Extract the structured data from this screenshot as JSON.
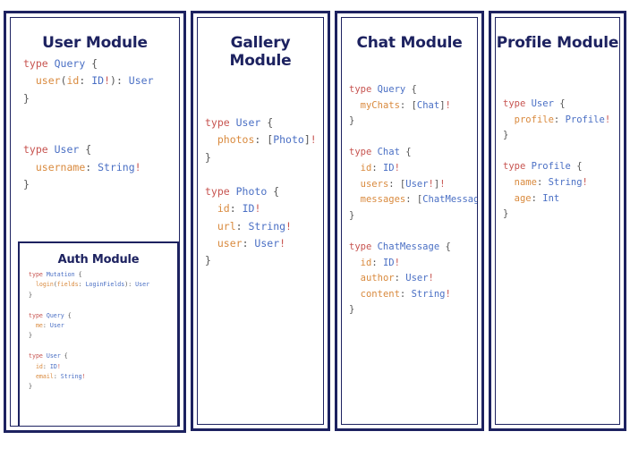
{
  "diagram": {
    "title_style": "graphql-module-schema-boards",
    "colors": {
      "border": "#1d2260",
      "heading": "#1d2260",
      "keyword": "#c75450",
      "type": "#4a6fc4",
      "field": "#d98a3e",
      "punctuation": "#555555",
      "background": "#ffffff"
    }
  },
  "panels": [
    {
      "id": "user",
      "title": "User Module",
      "code_lines": [
        [
          {
            "t": "type ",
            "c": "k"
          },
          {
            "t": "Query",
            "c": "t"
          },
          {
            "t": " {",
            "c": "p"
          }
        ],
        [
          {
            "t": "  ",
            "c": "p"
          },
          {
            "t": "user",
            "c": "f"
          },
          {
            "t": "(",
            "c": "p"
          },
          {
            "t": "id",
            "c": "f"
          },
          {
            "t": ": ",
            "c": "p"
          },
          {
            "t": "ID",
            "c": "t"
          },
          {
            "t": "!",
            "c": "b"
          },
          {
            "t": "): ",
            "c": "p"
          },
          {
            "t": "User",
            "c": "t"
          }
        ],
        [
          {
            "t": "}",
            "c": "p"
          }
        ],
        [
          {
            "t": "",
            "c": "p"
          }
        ],
        [
          {
            "t": "",
            "c": "p"
          }
        ],
        [
          {
            "t": "type ",
            "c": "k"
          },
          {
            "t": "User",
            "c": "t"
          },
          {
            "t": " {",
            "c": "p"
          }
        ],
        [
          {
            "t": "  ",
            "c": "p"
          },
          {
            "t": "username",
            "c": "f"
          },
          {
            "t": ": ",
            "c": "p"
          },
          {
            "t": "String",
            "c": "t"
          },
          {
            "t": "!",
            "c": "b"
          }
        ],
        [
          {
            "t": "}",
            "c": "p"
          }
        ]
      ],
      "nested": {
        "id": "auth",
        "title": "Auth Module",
        "code_lines": [
          [
            {
              "t": "type ",
              "c": "k"
            },
            {
              "t": "Mutation",
              "c": "t"
            },
            {
              "t": " {",
              "c": "p"
            }
          ],
          [
            {
              "t": "  ",
              "c": "p"
            },
            {
              "t": "login",
              "c": "f"
            },
            {
              "t": "(",
              "c": "p"
            },
            {
              "t": "fields",
              "c": "f"
            },
            {
              "t": ": ",
              "c": "p"
            },
            {
              "t": "LoginFields",
              "c": "t"
            },
            {
              "t": "): ",
              "c": "p"
            },
            {
              "t": "User",
              "c": "t"
            }
          ],
          [
            {
              "t": "}",
              "c": "p"
            }
          ],
          [
            {
              "t": "",
              "c": "p"
            }
          ],
          [
            {
              "t": "type ",
              "c": "k"
            },
            {
              "t": "Query",
              "c": "t"
            },
            {
              "t": " {",
              "c": "p"
            }
          ],
          [
            {
              "t": "  ",
              "c": "p"
            },
            {
              "t": "me",
              "c": "f"
            },
            {
              "t": ": ",
              "c": "p"
            },
            {
              "t": "User",
              "c": "t"
            }
          ],
          [
            {
              "t": "}",
              "c": "p"
            }
          ],
          [
            {
              "t": "",
              "c": "p"
            }
          ],
          [
            {
              "t": "type ",
              "c": "k"
            },
            {
              "t": "User",
              "c": "t"
            },
            {
              "t": " {",
              "c": "p"
            }
          ],
          [
            {
              "t": "  ",
              "c": "p"
            },
            {
              "t": "id",
              "c": "f"
            },
            {
              "t": ": ",
              "c": "p"
            },
            {
              "t": "ID",
              "c": "t"
            },
            {
              "t": "!",
              "c": "b"
            }
          ],
          [
            {
              "t": "  ",
              "c": "p"
            },
            {
              "t": "email",
              "c": "f"
            },
            {
              "t": ": ",
              "c": "p"
            },
            {
              "t": "String",
              "c": "t"
            },
            {
              "t": "!",
              "c": "b"
            }
          ],
          [
            {
              "t": "}",
              "c": "p"
            }
          ]
        ]
      }
    },
    {
      "id": "gallery",
      "title": "Gallery Module",
      "code_lines": [
        [
          {
            "t": "type ",
            "c": "k"
          },
          {
            "t": "User",
            "c": "t"
          },
          {
            "t": " {",
            "c": "p"
          }
        ],
        [
          {
            "t": "  ",
            "c": "p"
          },
          {
            "t": "photos",
            "c": "f"
          },
          {
            "t": ": ",
            "c": "p"
          },
          {
            "t": "[",
            "c": "p"
          },
          {
            "t": "Photo",
            "c": "t"
          },
          {
            "t": "]",
            "c": "p"
          },
          {
            "t": "!",
            "c": "b"
          }
        ],
        [
          {
            "t": "}",
            "c": "p"
          }
        ],
        [
          {
            "t": "",
            "c": "p"
          }
        ],
        [
          {
            "t": "type ",
            "c": "k"
          },
          {
            "t": "Photo",
            "c": "t"
          },
          {
            "t": " {",
            "c": "p"
          }
        ],
        [
          {
            "t": "  ",
            "c": "p"
          },
          {
            "t": "id",
            "c": "f"
          },
          {
            "t": ": ",
            "c": "p"
          },
          {
            "t": "ID",
            "c": "t"
          },
          {
            "t": "!",
            "c": "b"
          }
        ],
        [
          {
            "t": "  ",
            "c": "p"
          },
          {
            "t": "url",
            "c": "f"
          },
          {
            "t": ": ",
            "c": "p"
          },
          {
            "t": "String",
            "c": "t"
          },
          {
            "t": "!",
            "c": "b"
          }
        ],
        [
          {
            "t": "  ",
            "c": "p"
          },
          {
            "t": "user",
            "c": "f"
          },
          {
            "t": ": ",
            "c": "p"
          },
          {
            "t": "User",
            "c": "t"
          },
          {
            "t": "!",
            "c": "b"
          }
        ],
        [
          {
            "t": "}",
            "c": "p"
          }
        ]
      ]
    },
    {
      "id": "chat",
      "title": "Chat Module",
      "code_lines": [
        [
          {
            "t": "type ",
            "c": "k"
          },
          {
            "t": "Query",
            "c": "t"
          },
          {
            "t": " {",
            "c": "p"
          }
        ],
        [
          {
            "t": "  ",
            "c": "p"
          },
          {
            "t": "myChats",
            "c": "f"
          },
          {
            "t": ": ",
            "c": "p"
          },
          {
            "t": "[",
            "c": "p"
          },
          {
            "t": "Chat",
            "c": "t"
          },
          {
            "t": "]",
            "c": "p"
          },
          {
            "t": "!",
            "c": "b"
          }
        ],
        [
          {
            "t": "}",
            "c": "p"
          }
        ],
        [
          {
            "t": "",
            "c": "p"
          }
        ],
        [
          {
            "t": "type ",
            "c": "k"
          },
          {
            "t": "Chat",
            "c": "t"
          },
          {
            "t": " {",
            "c": "p"
          }
        ],
        [
          {
            "t": "  ",
            "c": "p"
          },
          {
            "t": "id",
            "c": "f"
          },
          {
            "t": ": ",
            "c": "p"
          },
          {
            "t": "ID",
            "c": "t"
          },
          {
            "t": "!",
            "c": "b"
          }
        ],
        [
          {
            "t": "  ",
            "c": "p"
          },
          {
            "t": "users",
            "c": "f"
          },
          {
            "t": ": ",
            "c": "p"
          },
          {
            "t": "[",
            "c": "p"
          },
          {
            "t": "User",
            "c": "t"
          },
          {
            "t": "!",
            "c": "b"
          },
          {
            "t": "]",
            "c": "p"
          },
          {
            "t": "!",
            "c": "b"
          }
        ],
        [
          {
            "t": "  ",
            "c": "p"
          },
          {
            "t": "messages",
            "c": "f"
          },
          {
            "t": ": ",
            "c": "p"
          },
          {
            "t": "[",
            "c": "p"
          },
          {
            "t": "ChatMessage",
            "c": "t"
          },
          {
            "t": "]",
            "c": "p"
          },
          {
            "t": "!",
            "c": "b"
          }
        ],
        [
          {
            "t": "}",
            "c": "p"
          }
        ],
        [
          {
            "t": "",
            "c": "p"
          }
        ],
        [
          {
            "t": "type ",
            "c": "k"
          },
          {
            "t": "ChatMessage",
            "c": "t"
          },
          {
            "t": " {",
            "c": "p"
          }
        ],
        [
          {
            "t": "  ",
            "c": "p"
          },
          {
            "t": "id",
            "c": "f"
          },
          {
            "t": ": ",
            "c": "p"
          },
          {
            "t": "ID",
            "c": "t"
          },
          {
            "t": "!",
            "c": "b"
          }
        ],
        [
          {
            "t": "  ",
            "c": "p"
          },
          {
            "t": "author",
            "c": "f"
          },
          {
            "t": ": ",
            "c": "p"
          },
          {
            "t": "User",
            "c": "t"
          },
          {
            "t": "!",
            "c": "b"
          }
        ],
        [
          {
            "t": "  ",
            "c": "p"
          },
          {
            "t": "content",
            "c": "f"
          },
          {
            "t": ": ",
            "c": "p"
          },
          {
            "t": "String",
            "c": "t"
          },
          {
            "t": "!",
            "c": "b"
          }
        ],
        [
          {
            "t": "}",
            "c": "p"
          }
        ]
      ]
    },
    {
      "id": "profile",
      "title": "Profile Module",
      "code_lines": [
        [
          {
            "t": "type ",
            "c": "k"
          },
          {
            "t": "User",
            "c": "t"
          },
          {
            "t": " {",
            "c": "p"
          }
        ],
        [
          {
            "t": "  ",
            "c": "p"
          },
          {
            "t": "profile",
            "c": "f"
          },
          {
            "t": ": ",
            "c": "p"
          },
          {
            "t": "Profile",
            "c": "t"
          },
          {
            "t": "!",
            "c": "b"
          }
        ],
        [
          {
            "t": "}",
            "c": "p"
          }
        ],
        [
          {
            "t": "",
            "c": "p"
          }
        ],
        [
          {
            "t": "type ",
            "c": "k"
          },
          {
            "t": "Profile",
            "c": "t"
          },
          {
            "t": " {",
            "c": "p"
          }
        ],
        [
          {
            "t": "  ",
            "c": "p"
          },
          {
            "t": "name",
            "c": "f"
          },
          {
            "t": ": ",
            "c": "p"
          },
          {
            "t": "String",
            "c": "t"
          },
          {
            "t": "!",
            "c": "b"
          }
        ],
        [
          {
            "t": "  ",
            "c": "p"
          },
          {
            "t": "age",
            "c": "f"
          },
          {
            "t": ": ",
            "c": "p"
          },
          {
            "t": "Int",
            "c": "t"
          }
        ],
        [
          {
            "t": "}",
            "c": "p"
          }
        ]
      ]
    }
  ]
}
